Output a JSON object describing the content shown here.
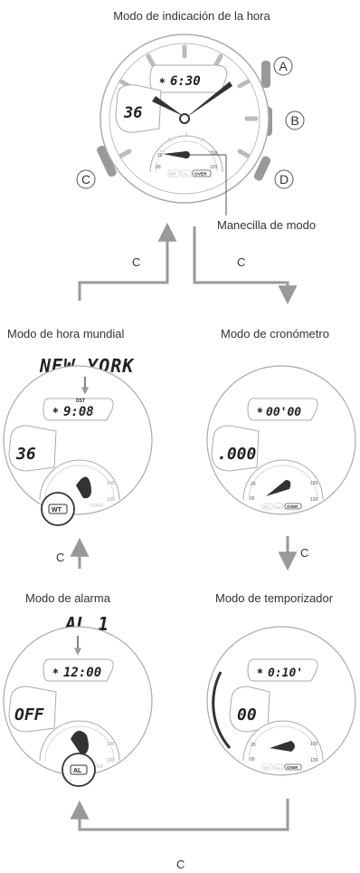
{
  "titles": {
    "timekeeping": "Modo de indicación de la hora",
    "world_time": "Modo de hora mundial",
    "stopwatch": "Modo de cronómetro",
    "alarm": "Modo de alarma",
    "timer": "Modo de temporizador"
  },
  "callouts": {
    "mode_hand": "Manecilla de modo",
    "city": "NEW YORK",
    "alarm_name": "AL 1",
    "dst": "DST"
  },
  "buttons": {
    "a": "A",
    "b": "B",
    "c": "C",
    "d": "D"
  },
  "arrow_label": "C",
  "displays": {
    "timekeeping": {
      "top": "6:30",
      "left": "36"
    },
    "world_time": {
      "top": "9:08",
      "left": "36"
    },
    "stopwatch": {
      "top": "00'00",
      "left": ".000"
    },
    "alarm": {
      "top": "12:00",
      "left": "OFF"
    },
    "timer": {
      "top": "0:10'",
      "left": "00"
    }
  },
  "dial": {
    "n20": "20",
    "n00": "00",
    "n100": "100",
    "n120": "120",
    "wt": "WT",
    "al": "AL",
    "over": "OVER"
  },
  "bluetooth": "✱"
}
